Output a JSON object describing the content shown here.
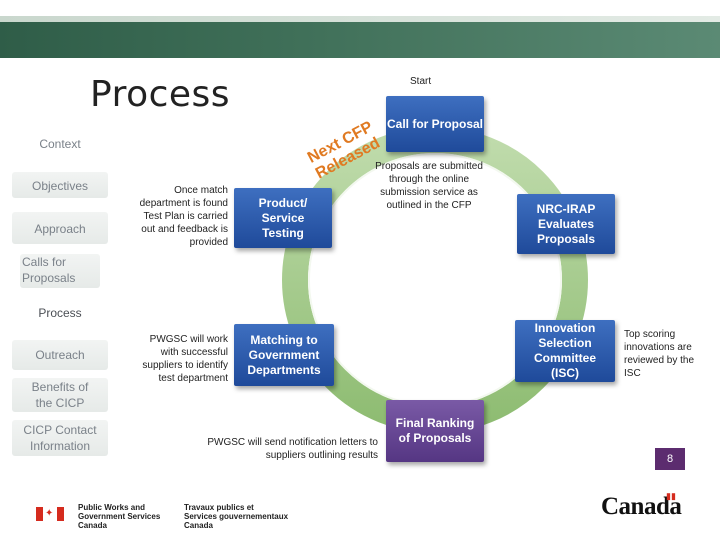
{
  "slide": {
    "title": "Process",
    "page_number": "8"
  },
  "nav": {
    "items": [
      {
        "label": "Context"
      },
      {
        "label": "Objectives"
      },
      {
        "label": "Approach"
      },
      {
        "label": "Calls for Proposals"
      },
      {
        "label": "Process"
      },
      {
        "label": "Outreach"
      },
      {
        "label": "Benefits of the CICP"
      },
      {
        "label": "CICP Contact Information"
      }
    ]
  },
  "diagram": {
    "start_label": "Start",
    "arc_text_line1": "Next CFP",
    "arc_text_line2": "Released",
    "steps": [
      {
        "label": "Call for Proposal",
        "color": "#2b58a8"
      },
      {
        "label": "NRC-IRAP Evaluates Proposals",
        "color": "#2b58a8"
      },
      {
        "label": "Innovation Selection Committee (ISC)",
        "color": "#2b58a8"
      },
      {
        "label": "Final Ranking of Proposals",
        "color": "#5b3a8a"
      },
      {
        "label": "Matching to Government Departments",
        "color": "#2b58a8"
      },
      {
        "label": "Product/ Service Testing",
        "color": "#2b58a8"
      }
    ],
    "notes": {
      "proposals_submitted": "Proposals are submitted through the online submission service as outlined in the CFP",
      "top_scoring": "Top scoring innovations are reviewed by the ISC",
      "pwgsc_notification": "PWGSC will send notification letters to suppliers outlining results",
      "pwgsc_work": "PWGSC will work with successful suppliers to identify test department",
      "once_match": "Once match department is found Test Plan is carried out and feedback is provided"
    },
    "colors": {
      "ring": "#8dbf6a",
      "step_blue": "#2b58a8",
      "step_purple": "#5b3a8a",
      "arc_text": "#e07a22"
    }
  },
  "footer": {
    "dept_en_line1": "Public Works and",
    "dept_en_line2": "Government Services",
    "dept_en_line3": "Canada",
    "dept_fr_line1": "Travaux publics et",
    "dept_fr_line2": "Services gouvernementaux",
    "dept_fr_line3": "Canada",
    "wordmark": "Canada"
  }
}
